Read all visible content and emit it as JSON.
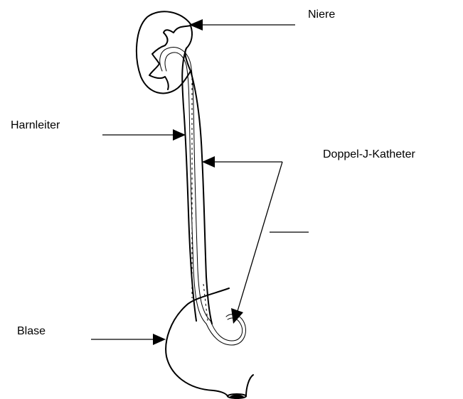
{
  "labels": {
    "kidney": "Niere",
    "ureter": "Harnleiter",
    "catheter": "Doppel-J-Katheter",
    "bladder": "Blase"
  }
}
